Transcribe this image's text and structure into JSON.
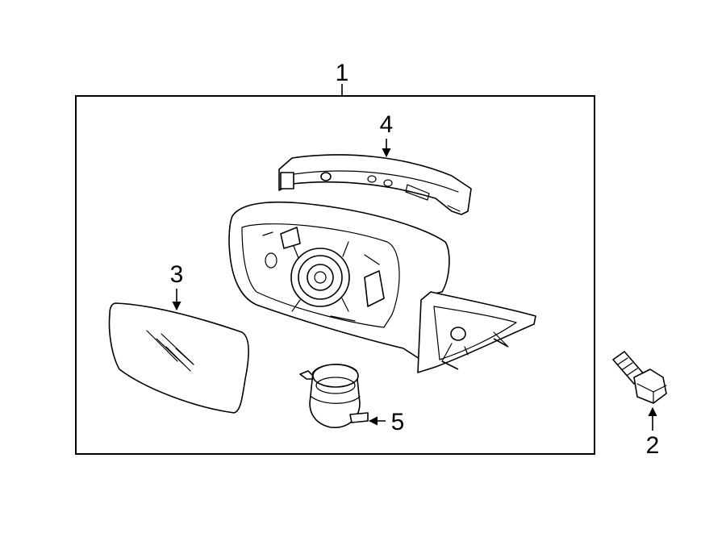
{
  "diagram": {
    "callouts": [
      {
        "id": "1",
        "label": "1"
      },
      {
        "id": "2",
        "label": "2"
      },
      {
        "id": "3",
        "label": "3"
      },
      {
        "id": "4",
        "label": "4"
      },
      {
        "id": "5",
        "label": "5"
      }
    ],
    "parts": [
      {
        "callout": "1",
        "icon": "mirror-assembly-icon"
      },
      {
        "callout": "2",
        "icon": "bolt-icon"
      },
      {
        "callout": "3",
        "icon": "mirror-glass-icon"
      },
      {
        "callout": "4",
        "icon": "cover-trim-icon"
      },
      {
        "callout": "5",
        "icon": "motor-icon"
      }
    ]
  }
}
